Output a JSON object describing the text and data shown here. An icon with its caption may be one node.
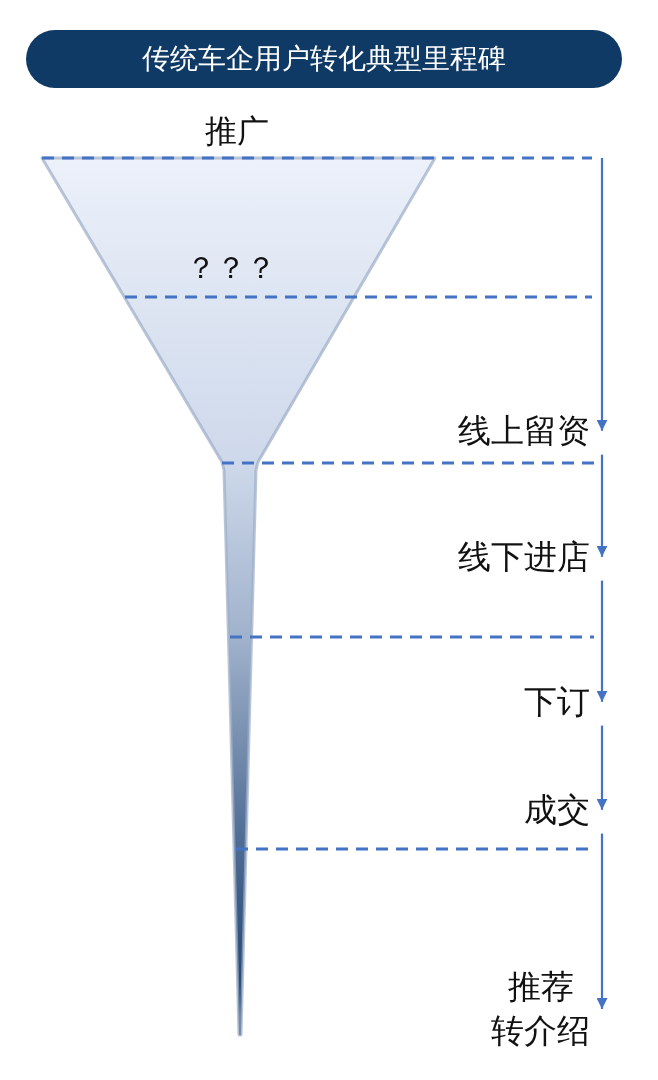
{
  "diagram": {
    "title": "传统车企用户转化典型里程碑",
    "nodes": [
      {
        "text": [
          "线上留资"
        ]
      },
      {
        "text": [
          "线下进店"
        ]
      },
      {
        "text": [
          "下订"
        ]
      },
      {
        "text": [
          "成交"
        ]
      },
      {
        "text": [
          "推荐转介绍"
        ]
      }
    ],
    "edges": [
      {
        "from": null,
        "to": 0,
        "arrow": "to"
      },
      {
        "from": 0,
        "to": 1,
        "arrow": "to"
      },
      {
        "from": 1,
        "to": 2,
        "arrow": "to"
      },
      {
        "from": 2,
        "to": 3,
        "arrow": "to"
      },
      {
        "from": 3,
        "to": 4,
        "arrow": "to"
      }
    ],
    "labels": [
      "推广",
      "？？？"
    ]
  }
}
